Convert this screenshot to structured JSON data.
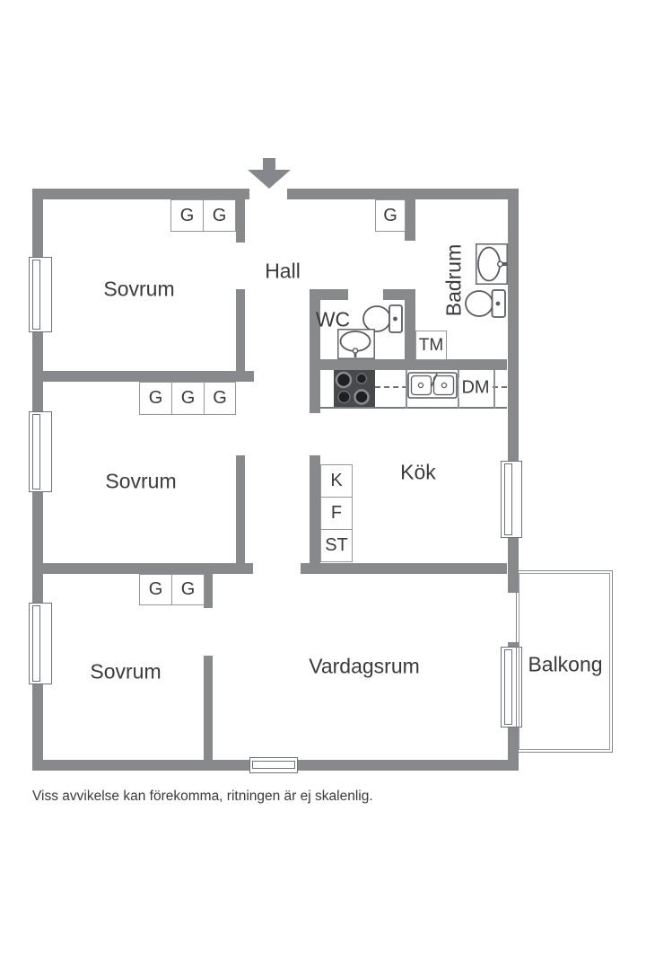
{
  "plan": {
    "colors": {
      "wall": "#87898b",
      "outline": "#595b5e",
      "text": "#3a3a3c",
      "stove": "#48494b"
    },
    "rooms": {
      "sovrum1": "Sovrum",
      "sovrum2": "Sovrum",
      "sovrum3": "Sovrum",
      "hall": "Hall",
      "badrum": "Badrum",
      "wc": "WC",
      "kok": "Kök",
      "vardagsrum": "Vardagsrum",
      "balkong": "Balkong"
    },
    "fixtures": {
      "wardrobe": "G",
      "washing_machine": "TM",
      "dishwasher": "DM",
      "fridge": "K",
      "freezer": "F",
      "cleaning": "ST"
    }
  },
  "footer": {
    "disclaimer": "Viss avvikelse kan förekomma, ritningen är ej skalenlig."
  }
}
